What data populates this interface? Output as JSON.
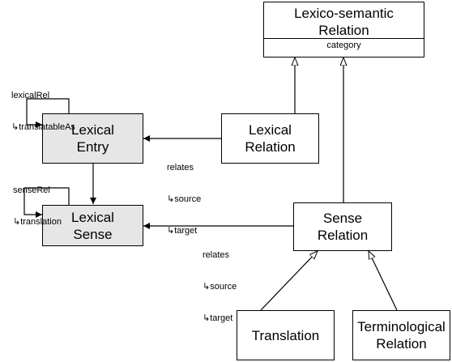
{
  "boxes": {
    "lexico_semantic_relation": {
      "line1": "Lexico-semantic",
      "line2": "Relation",
      "attribute": "category"
    },
    "lexical_entry": {
      "line1": "Lexical",
      "line2": "Entry"
    },
    "lexical_sense": {
      "line1": "Lexical",
      "line2": "Sense"
    },
    "lexical_relation": {
      "line1": "Lexical",
      "line2": "Relation"
    },
    "sense_relation": {
      "line1": "Sense",
      "line2": "Relation"
    },
    "translation": {
      "line1": "Translation"
    },
    "terminological_relation": {
      "line1": "Terminological",
      "line2": "Relation"
    }
  },
  "labels": {
    "lexical_rel": {
      "line1": "lexicalRel",
      "line2": "↳translatableAs"
    },
    "sense_rel": {
      "line1": "senseRel",
      "line2": "↳translation"
    },
    "relates_lexical": {
      "line1": "relates",
      "line2": "↳source",
      "line3": "↳target"
    },
    "relates_sense": {
      "line1": "relates",
      "line2": "↳source",
      "line3": "↳target"
    }
  }
}
